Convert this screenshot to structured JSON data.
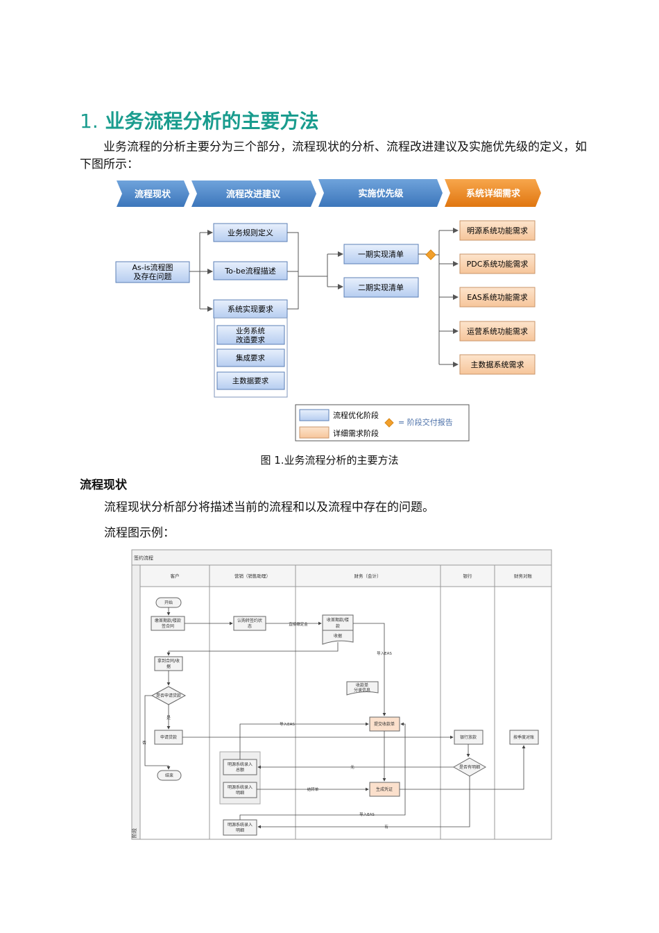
{
  "heading": {
    "number": "1.",
    "title": "业务流程分析的主要方法"
  },
  "intro": "业务流程的分析主要分为三个部分，流程现状的分析、流程改进建议及实施优先级的定义，如下图所示：",
  "diagram": {
    "stages": [
      "流程现状",
      "流程改进建议",
      "实施优先级",
      "系统详细需求"
    ],
    "asis": [
      "As-is流程图",
      "及存在问题"
    ],
    "middle": [
      "业务规则定义",
      "To-be流程描述",
      "系统实现要求"
    ],
    "sub_requirements": [
      [
        "业务系统",
        "改造要求"
      ],
      [
        "集成要求"
      ],
      [
        "主数据要求"
      ]
    ],
    "phases": [
      "一期实现清单",
      "二期实现清单"
    ],
    "system_reqs": [
      "明源系统功能需求",
      "PDC系统功能需求",
      "EAS系统功能需求",
      "运营系统功能需求",
      "主数据系统需求"
    ],
    "legend": {
      "blue": "流程优化阶段",
      "orange": "详细需求阶段",
      "diamond": "= 阶段交付报告"
    },
    "colors": {
      "blue_arrow": "#4a86c8",
      "orange_arrow": "#ee8420",
      "heading": "#1a9c8e"
    }
  },
  "caption": "图  1.业务流程分析的主要方法",
  "subheading": "流程现状",
  "para2": "流程现状分析部分将描述当前的流程和以及流程中存在的问题。",
  "para3": "流程图示例：",
  "flow": {
    "title": "签约流程",
    "lanes": [
      "客户",
      "营销（销售助理）",
      "财务（会计）",
      "银行",
      "财务对账"
    ],
    "side_label": "阶段",
    "nodes": {
      "start": "开始",
      "pay": [
        "缴首期款/楼款",
        "签合同"
      ],
      "confirm": [
        "认购转签约状",
        "态"
      ],
      "collect": [
        "收首期款/楼",
        "款"
      ],
      "receipt": "收据",
      "get_contract": [
        "拿到合同/收",
        "据"
      ],
      "loan_q": "是否申请贷款",
      "yes": "是",
      "no": "否",
      "apply": "申请贷款",
      "end": "结束",
      "receipt_split": [
        "收款单",
        "分录信息"
      ],
      "submit": "提交收款单",
      "bank_loan": "银行放款",
      "reconcile": "按季度对账",
      "detail_q": "是否有明细",
      "ming1": [
        "明源系统录入",
        "总额"
      ],
      "ming2": [
        "明源系统录入",
        "明细"
      ],
      "voucher": "生成凭证",
      "ming3": [
        "明源系统录入",
        "明细"
      ],
      "lbl_direct": "直接缴定金",
      "lbl_eas1": "导入EAS",
      "lbl_eas2": "导入EAS",
      "lbl_eas3": "导入EAS",
      "lbl_none": "无",
      "lbl_has": "有",
      "lbl_transfer": "结转单"
    }
  }
}
